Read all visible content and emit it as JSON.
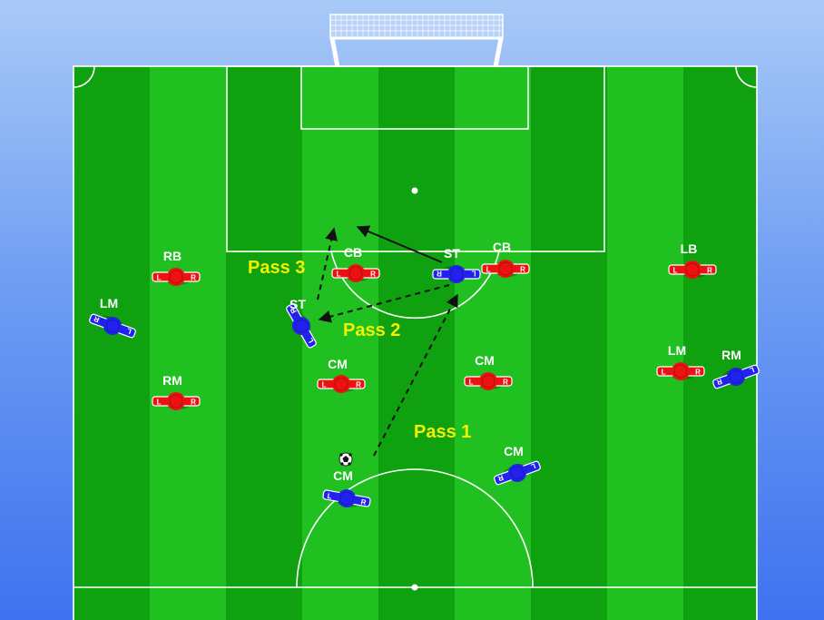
{
  "colors": {
    "pitch_light": "#1fc01f",
    "pitch_dark": "#0fa10f",
    "lines": "#ffffff",
    "team_red": "#ee1111",
    "team_blue": "#2222ee",
    "pass_label": "#f2f200"
  },
  "arm_letters": {
    "left": "L",
    "right": "R"
  },
  "ball_icon": "soccer-ball-icon",
  "players": [
    {
      "id": "red-rb",
      "team": "red",
      "label": "RB"
    },
    {
      "id": "red-cb-left",
      "team": "red",
      "label": "CB"
    },
    {
      "id": "red-cb-right",
      "team": "red",
      "label": "CB"
    },
    {
      "id": "red-lb",
      "team": "red",
      "label": "LB"
    },
    {
      "id": "red-rm",
      "team": "red",
      "label": "RM"
    },
    {
      "id": "red-cm-left",
      "team": "red",
      "label": "CM"
    },
    {
      "id": "red-cm-right",
      "team": "red",
      "label": "CM"
    },
    {
      "id": "red-lm",
      "team": "red",
      "label": "LM"
    },
    {
      "id": "blue-lm",
      "team": "blue",
      "label": "LM"
    },
    {
      "id": "blue-st-left",
      "team": "blue",
      "label": "ST"
    },
    {
      "id": "blue-st-right",
      "team": "blue",
      "label": "ST"
    },
    {
      "id": "blue-rm",
      "team": "blue",
      "label": "RM"
    },
    {
      "id": "blue-cm-left",
      "team": "blue",
      "label": "CM"
    },
    {
      "id": "blue-cm-right",
      "team": "blue",
      "label": "CM"
    }
  ],
  "passes": [
    {
      "id": "pass-1",
      "label": "Pass 1"
    },
    {
      "id": "pass-2",
      "label": "Pass 2"
    },
    {
      "id": "pass-3",
      "label": "Pass 3"
    }
  ]
}
